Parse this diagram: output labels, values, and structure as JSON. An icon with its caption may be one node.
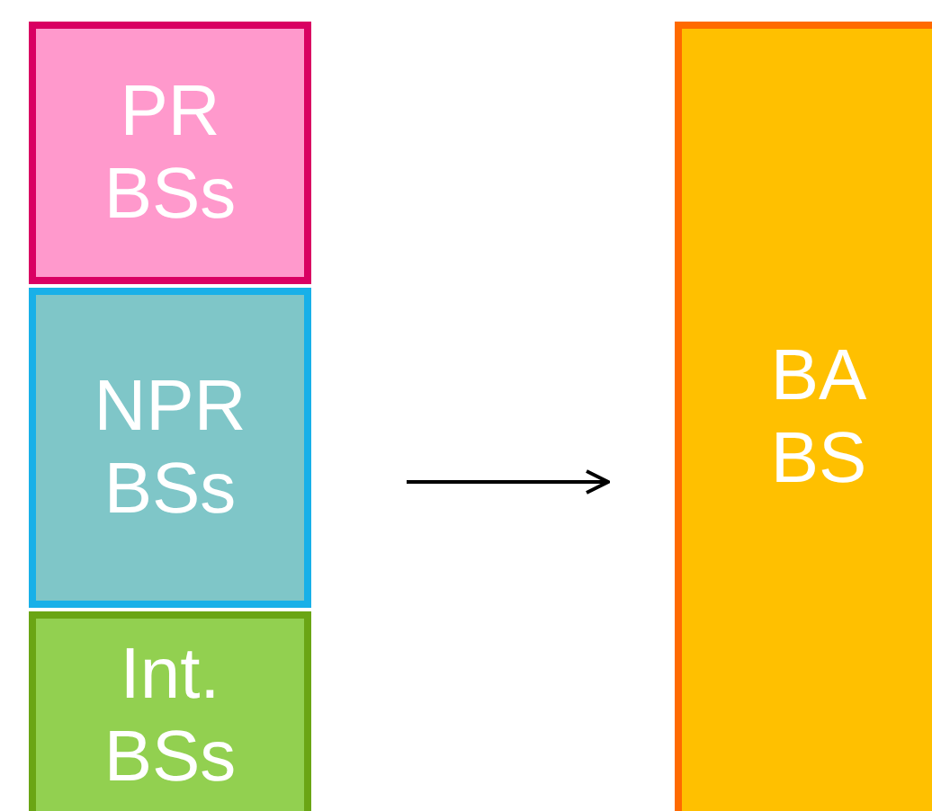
{
  "diagram": {
    "nodes": [
      {
        "text": [
          "PR BSs"
        ]
      },
      {
        "text": [
          "NPR BSs"
        ]
      },
      {
        "text": [
          "Int. BSs"
        ]
      },
      {
        "text": [
          "BA BS"
        ]
      }
    ],
    "edges": [
      {
        "from": null,
        "to": 3,
        "arrow": "to"
      }
    ]
  }
}
